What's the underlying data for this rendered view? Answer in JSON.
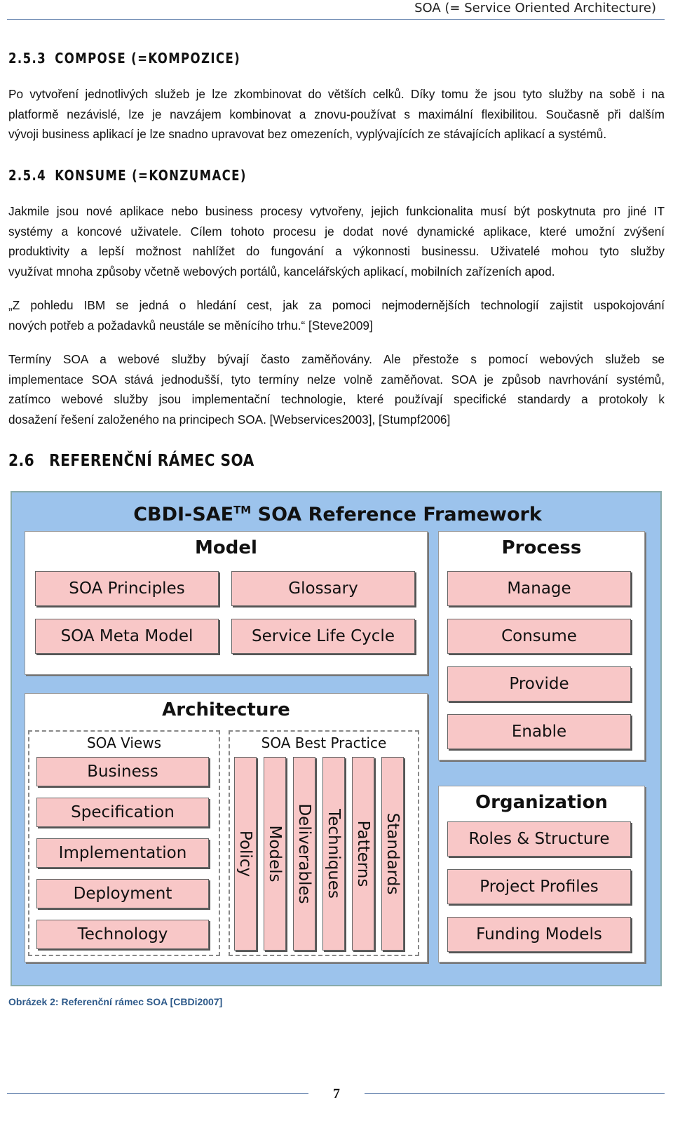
{
  "running_header": "SOA (= Service Oriented Architecture)",
  "section_253": {
    "number": "2.5.3",
    "title": "COMPOSE (=KOMPOZICE)"
  },
  "para_253": [
    "Po vytvoření jednotlivých služeb je lze zkombinovat do větších celků. Díky tomu že jsou tyto služby na sobě i na",
    "platformě nezávislé, lze je navzájem kombinovat a znovu-používat s maximální flexibilitou. Současně při dalším",
    "vývoji business aplikací je lze snadno upravovat bez omezeních, vyplývajících ze stávajících aplikací a systémů."
  ],
  "section_254": {
    "number": "2.5.4",
    "title": "KONSUME (=KONZUMACE)"
  },
  "para_254": [
    "Jakmile jsou nové aplikace nebo business procesy vytvořeny, jejich funkcionalita musí být poskytnuta pro jiné IT",
    "systémy a koncové uživatele. Cílem tohoto procesu je dodat nové dynamické aplikace, které umožní zvýšení",
    "produktivity a lepší možnost nahlížet do fungování a výkonnosti businessu. Uživatelé mohou tyto služby",
    "využívat mnoha způsoby včetně webových portálů, kancelářských aplikací, mobilních zařízeních apod."
  ],
  "quote": [
    "„Z pohledu IBM se jedná o hledání cest, jak za pomoci nejmodernějších technologií zajistit uspokojování",
    "nových potřeb a požadavků neustále se měnícího trhu.“ [Steve2009]"
  ],
  "para_terms": [
    "Termíny SOA a webové služby bývají často zaměňovány. Ale přestože s pomocí webových služeb se",
    "implementace SOA stává jednodušší, tyto termíny nelze volně zaměňovat. SOA je způsob navrhování systémů,",
    "zatímco webové služby jsou implementační technologie, které používají specifické standardy a protokoly k",
    "dosažení řešení založeného na principech SOA. [Webservices2003], [Stumpf2006]"
  ],
  "section_26": {
    "number": "2.6",
    "title": "REFERENČNÍ RÁMEC SOA"
  },
  "figure": {
    "title_main": "CBDI-SAE",
    "title_tm": "TM",
    "title_rest": " SOA Reference Framework",
    "model": {
      "title": "Model",
      "items": [
        "SOA Principles",
        "Glossary",
        "SOA Meta Model",
        "Service Life Cycle"
      ]
    },
    "process": {
      "title": "Process",
      "items": [
        "Manage",
        "Consume",
        "Provide",
        "Enable"
      ]
    },
    "architecture": {
      "title": "Architecture",
      "views_title": "SOA Views",
      "views": [
        "Business",
        "Specification",
        "Implementation",
        "Deployment",
        "Technology"
      ],
      "best_practice_title": "SOA Best Practice",
      "best_practice": [
        "Policy",
        "Models",
        "Deliverables",
        "Techniques",
        "Patterns",
        "Standards"
      ]
    },
    "organization": {
      "title": "Organization",
      "items": [
        "Roles & Structure",
        "Project Profiles",
        "Funding Models"
      ]
    }
  },
  "caption": "Obrázek 2: Referenční rámec SOA [CBDi2007]",
  "page_number": "7"
}
